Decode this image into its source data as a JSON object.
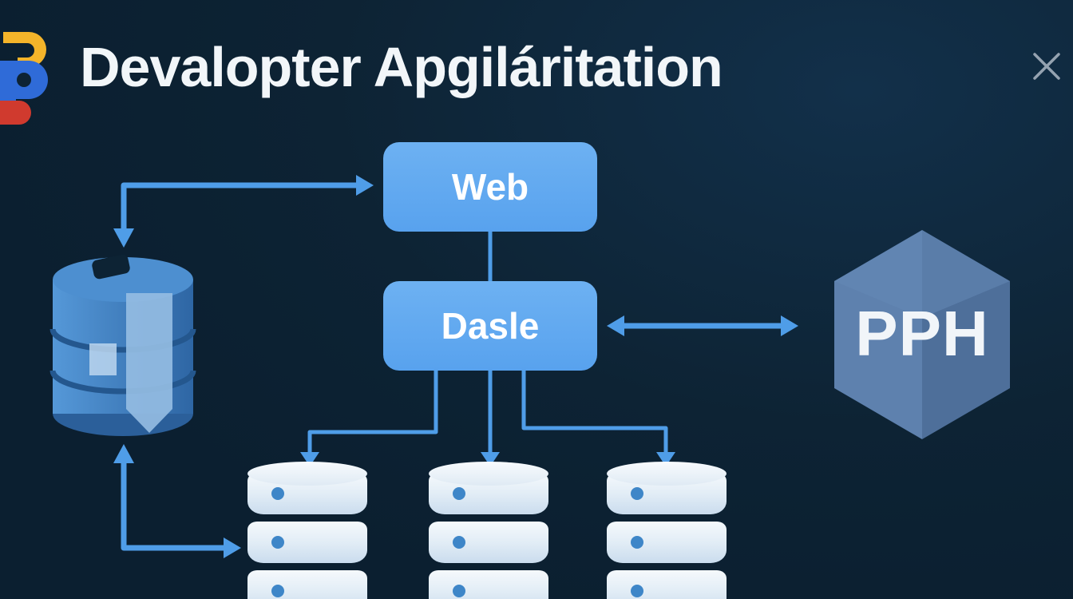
{
  "header": {
    "title": "Devalopter Apgiláritation"
  },
  "diagram": {
    "nodes": {
      "web": "Web",
      "middle": "Dasle",
      "php_label": "PPH"
    },
    "stack_count": 3
  },
  "icons": {
    "logo": "colorful-brand-logo",
    "close": "x-mark",
    "database": "database-cylinder",
    "server_stack": "server-stack",
    "hexagon": "php-hexagon"
  },
  "colors": {
    "background": "#0d2334",
    "node_fill": "#63a9f0",
    "arrow": "#4f9de8",
    "hexagon_left": "#5e81ae",
    "hexagon_right": "#4e6f9a",
    "stack_fill": "#e3eef7",
    "title_text": "#f2f6f9"
  }
}
